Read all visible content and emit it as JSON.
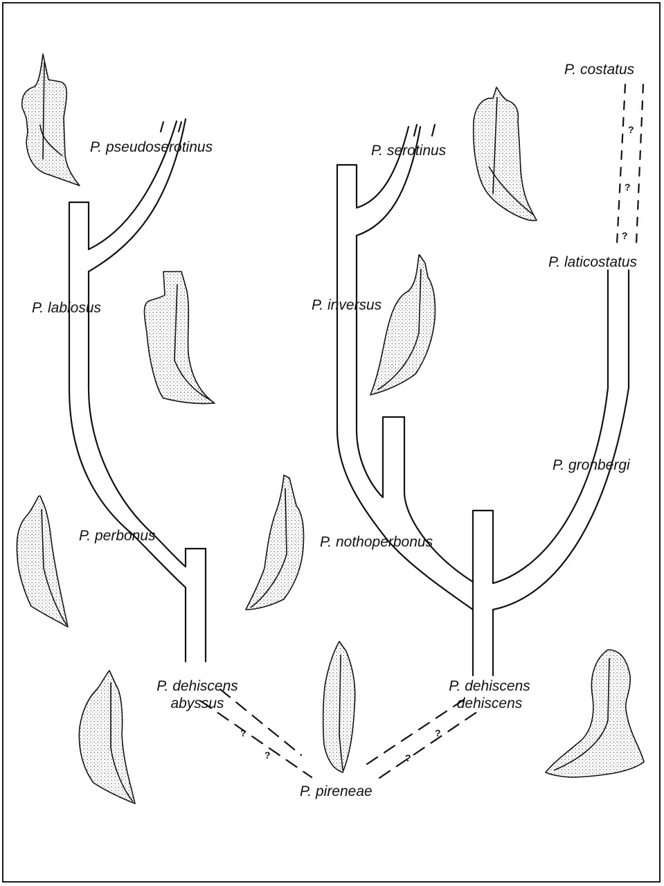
{
  "figure": {
    "taxa": {
      "pseudoserotinus": "P. pseudoserotinus",
      "serotinus": "P. serotinus",
      "costatus": "P. costatus",
      "laticostatus": "P. laticostatus",
      "labiosus": "P. labiosus",
      "inversus": "P. inversus",
      "gronbergi": "P. gronbergi",
      "perbonus": "P. perbonus",
      "nothoperbonus": "P. nothoperbonus",
      "dehiscens_abyssus_1": "P. dehiscens",
      "dehiscens_abyssus_2": "abyssus",
      "dehiscens_dehiscens_1": "P. dehiscens",
      "dehiscens_dehiscens_2": "dehiscens",
      "pireneae": "P. pireneae"
    },
    "uncertainty_mark": "?",
    "colors": {
      "ink": "#111111",
      "paper": "#ffffff",
      "stipple": "#555555"
    },
    "icons": [
      "conodont-element-icon"
    ]
  }
}
